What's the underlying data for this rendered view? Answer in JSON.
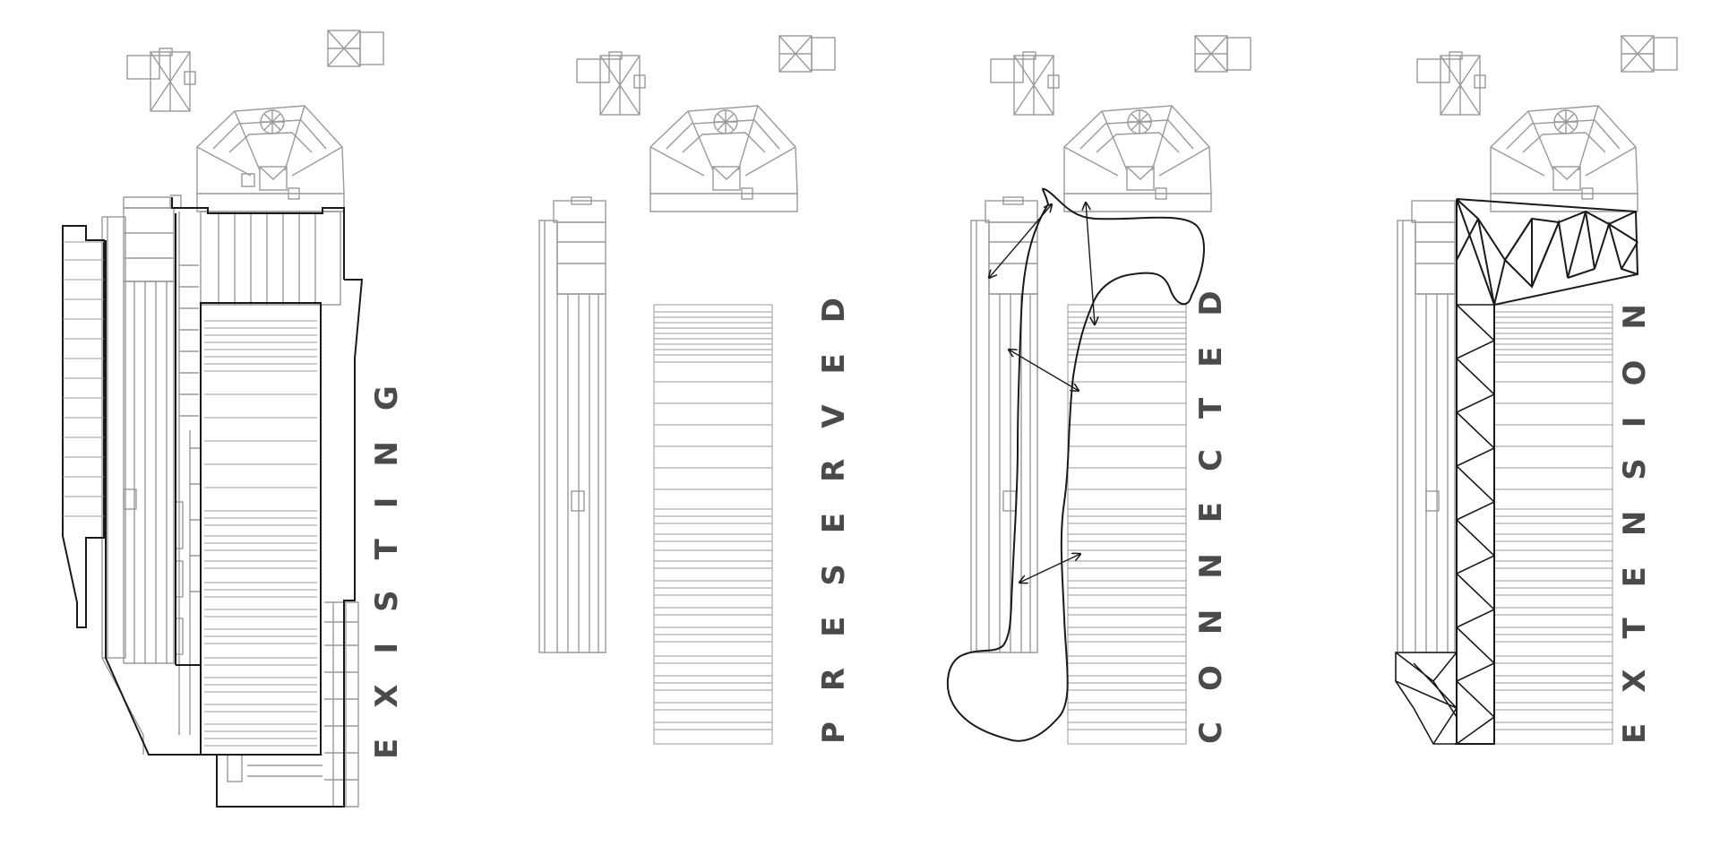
{
  "diagram": {
    "panels": [
      {
        "id": "existing",
        "label": "EXISTING"
      },
      {
        "id": "preserved",
        "label": "PRESERVED"
      },
      {
        "id": "connected",
        "label": "CONNECTED"
      },
      {
        "id": "extension",
        "label": "EXTENSION"
      }
    ],
    "colors": {
      "background": "#ffffff",
      "ink_light": "#9a9a9a",
      "ink_dark": "#1a1a1a",
      "label": "#4a4a4a"
    }
  }
}
